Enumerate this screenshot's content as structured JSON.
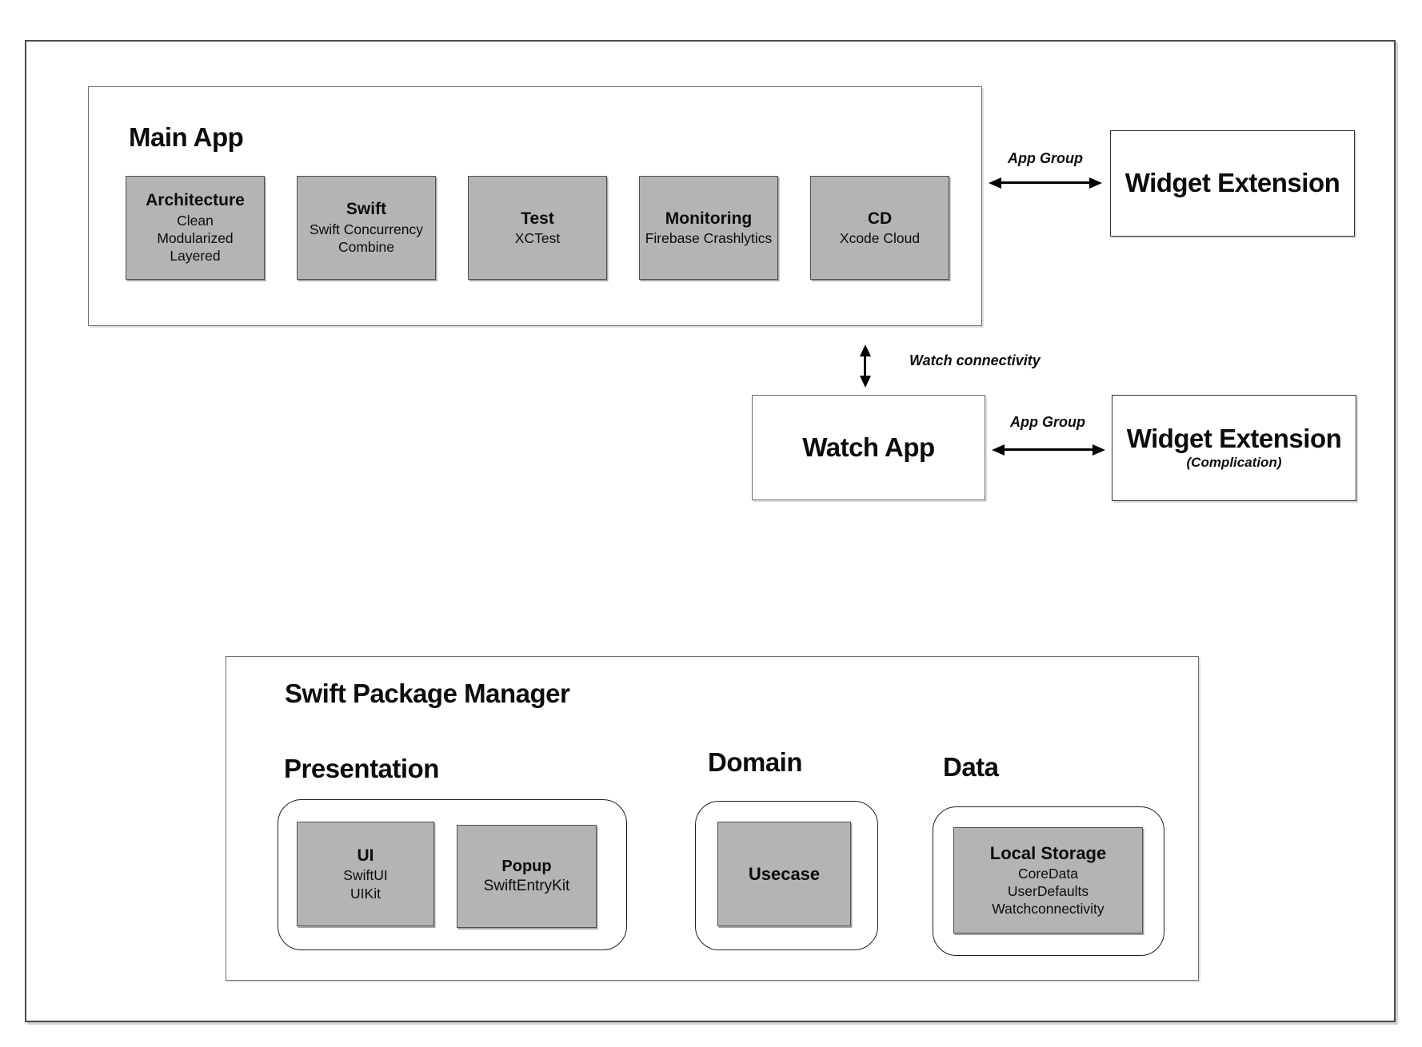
{
  "main_app": {
    "title": "Main App",
    "modules": [
      {
        "title": "Architecture",
        "lines": [
          "Clean",
          "Modularized",
          "Layered"
        ]
      },
      {
        "title": "Swift",
        "lines": [
          "Swift Concurrency",
          "Combine"
        ]
      },
      {
        "title": "Test",
        "lines": [
          "XCTest"
        ]
      },
      {
        "title": "Monitoring",
        "lines": [
          "Firebase Crashlytics"
        ]
      },
      {
        "title": "CD",
        "lines": [
          "Xcode Cloud"
        ]
      }
    ]
  },
  "widget_extension_top": {
    "title": "Widget Extension"
  },
  "watch_app": {
    "title": "Watch App"
  },
  "widget_extension_watch": {
    "title": "Widget Extension",
    "subtitle": "(Complication)"
  },
  "connections": {
    "app_group_top": "App Group",
    "watch_connectivity": "Watch connectivity",
    "app_group_watch": "App Group"
  },
  "spm": {
    "title": "Swift Package Manager",
    "sections": [
      {
        "heading": "Presentation",
        "modules": [
          {
            "title": "UI",
            "lines": [
              "SwiftUI",
              "UIKit"
            ]
          },
          {
            "title": "Popup",
            "lines": [
              "SwiftEntryKit"
            ]
          }
        ]
      },
      {
        "heading": "Domain",
        "modules": [
          {
            "title": "Usecase",
            "lines": []
          }
        ]
      },
      {
        "heading": "Data",
        "modules": [
          {
            "title": "Local Storage",
            "lines": [
              "CoreData",
              "UserDefaults",
              "Watchconnectivity"
            ]
          }
        ]
      }
    ]
  },
  "colors": {
    "module_fill": "#b4b4b4",
    "module_border": "#4f4f4f",
    "solid_box_border": "#2f2f2f",
    "container_border": "#6e6e6e",
    "arrow": "#000000",
    "text": "#0c0c0c"
  }
}
